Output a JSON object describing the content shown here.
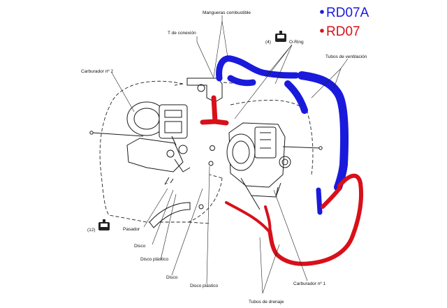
{
  "legend": {
    "rd07a": {
      "label": "RD07A",
      "color": "#1a1adc"
    },
    "rd07": {
      "label": "RD07",
      "color": "#d8101a"
    }
  },
  "labels": {
    "fuel_hoses": "Mangueras combustible",
    "t_joint": "T de conexión",
    "o_ring": "O-Ring",
    "qty_4": "(4)",
    "vent_tubes": "Tubos de ventilación",
    "carb_2": "Carburador nº 2",
    "carb_1": "Carburador nº 1",
    "pin": "Pasador",
    "qty_12": "(12)",
    "washer": "Disco",
    "plastic_washer_1": "Disco plástico",
    "washer_2": "Disco",
    "plastic_washer_2": "Disco plástico",
    "drain_tubes": "Tubos de drenaje"
  },
  "icons": {
    "grease_can_top": "grease-can-icon",
    "grease_can_bottom": "grease-can-icon"
  }
}
